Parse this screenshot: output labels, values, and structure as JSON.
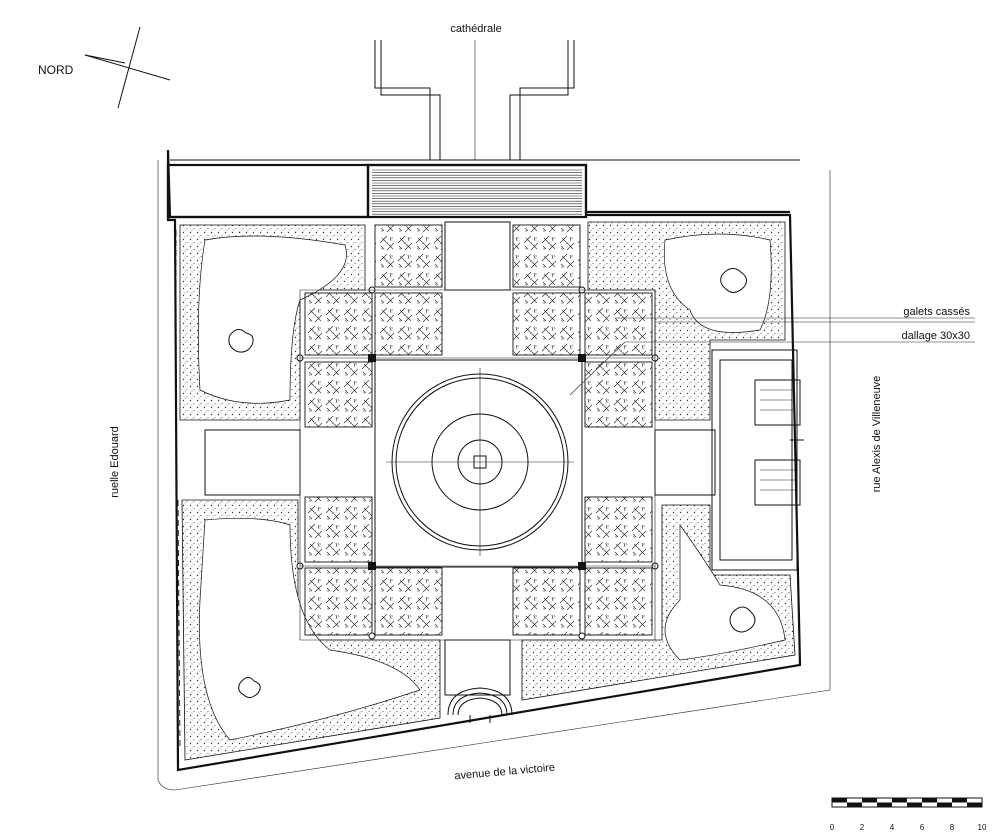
{
  "north_label": "NORD",
  "labels": {
    "top": "cathédrale",
    "left": "ruelle Edouard",
    "right": "rue Alexis de Villeneuve",
    "bottom": "avenue de la victoire"
  },
  "legend": {
    "galets": "galets cassés",
    "dallage": "dallage 30x30"
  },
  "scale_bar": {
    "ticks": [
      "0",
      "2",
      "4",
      "6",
      "8",
      "10"
    ]
  }
}
